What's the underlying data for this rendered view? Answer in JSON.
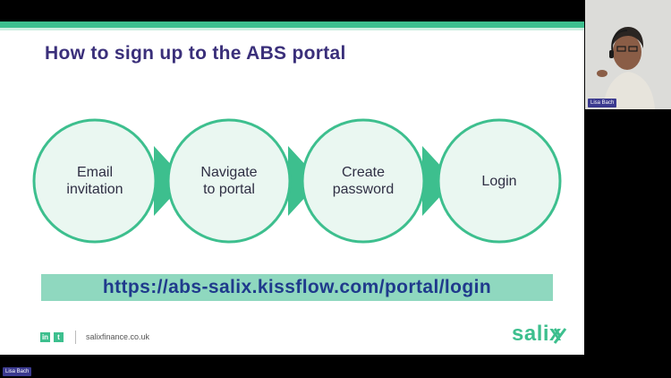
{
  "slide": {
    "title": "How to sign up to the ABS portal",
    "steps": [
      {
        "label": "Email\ninvitation"
      },
      {
        "label": "Navigate\nto portal"
      },
      {
        "label": "Create\npassword"
      },
      {
        "label": "Login"
      }
    ],
    "url": "https://abs-salix.kissflow.com/portal/login",
    "footer": {
      "linkedin_icon_text": "in",
      "twitter_icon_text": "t",
      "website": "salixfinance.co.uk",
      "logo": "salix"
    }
  },
  "meeting": {
    "participant_name": "Lisa Bach",
    "self_name": "Lisa Bach"
  },
  "colors": {
    "accent_green": "#3dbf8e",
    "circle_fill": "#eaf7f1",
    "title_purple": "#3a2f7a",
    "url_box": "#8fd8bf",
    "url_text": "#1f3a8c",
    "name_tag": "#3b3a8f"
  }
}
